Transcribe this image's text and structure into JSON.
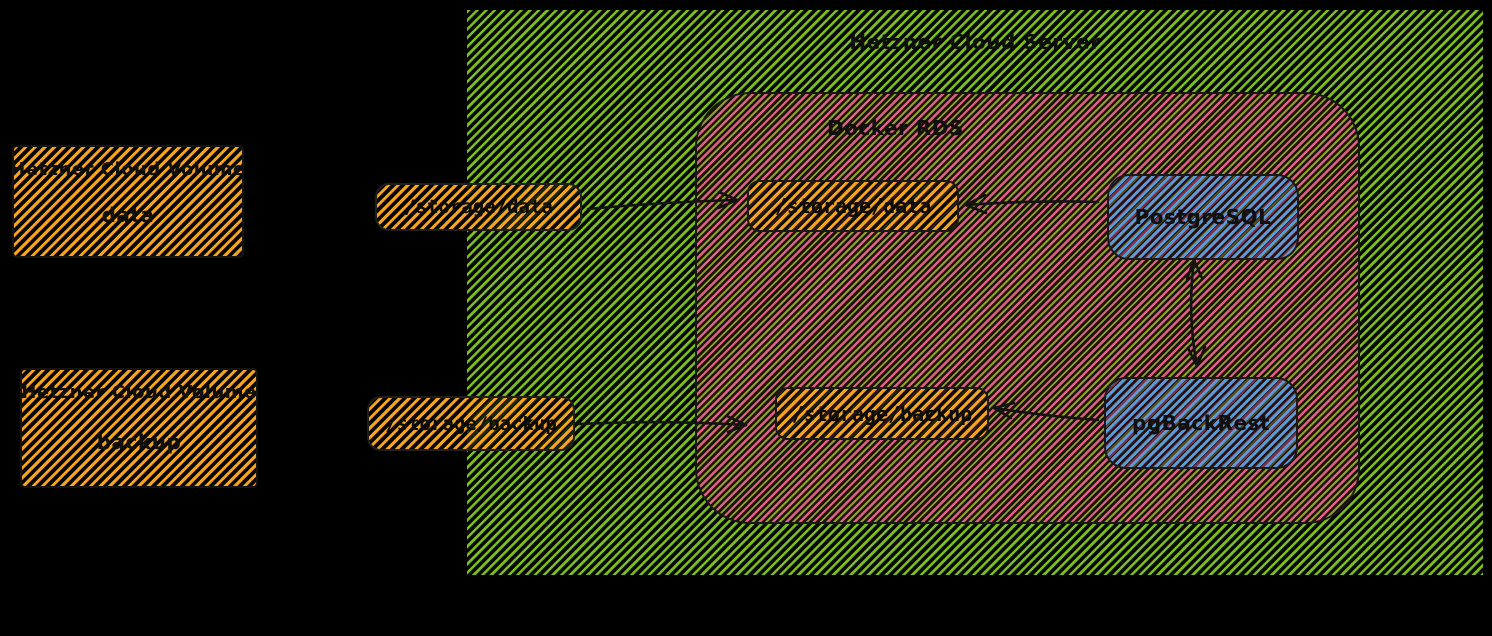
{
  "canvas": {
    "background": "#000000"
  },
  "server": {
    "title": "Hetzner Cloud Server",
    "fill_color": "#79bd21"
  },
  "docker": {
    "title": "Docker RDS",
    "fill_color": "#e05f86",
    "nodes": {
      "storage_data": {
        "label": "/storage/data",
        "fill_color": "#f6a41f"
      },
      "storage_backup": {
        "label": "/storage/backup",
        "fill_color": "#f6a41f"
      },
      "postgresql": {
        "label": "PostgreSQL",
        "fill_color": "#5a9bd8"
      },
      "pgbackrest": {
        "label": "pgBackRest",
        "fill_color": "#5a9bd8"
      }
    }
  },
  "volumes": [
    {
      "title": "Hetzner Cloud Volume",
      "name": "data",
      "fill_color": "#f6a41f"
    },
    {
      "title": "Hetzner Cloud Volume",
      "name": "backup",
      "fill_color": "#f6a41f"
    }
  ],
  "mounts": [
    {
      "label": "/storage/data"
    },
    {
      "label": "/storage/backup"
    }
  ],
  "edges": [
    {
      "from": "mount /storage/data",
      "to": "container /storage/data",
      "arrow": "right"
    },
    {
      "from": "mount /storage/backup",
      "to": "container /storage/backup",
      "arrow": "right"
    },
    {
      "from": "PostgreSQL",
      "to": "/storage/data",
      "arrow": "left"
    },
    {
      "from": "pgBackRest",
      "to": "/storage/backup",
      "arrow": "left"
    },
    {
      "from": "PostgreSQL",
      "to": "pgBackRest",
      "arrow": "both"
    }
  ]
}
